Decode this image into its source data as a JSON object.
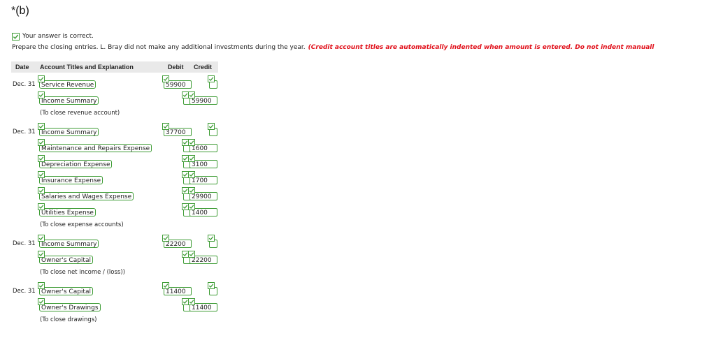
{
  "part_label": "*(b)",
  "result_text": "Your answer is correct.",
  "instruction": "Prepare the closing entries. L. Bray did not make any additional investments during the year.",
  "warning": "(Credit account titles are automatically indented when amount is entered. Do not indent manuall",
  "table": {
    "headers": {
      "date": "Date",
      "account": "Account Titles and Explanation",
      "debit": "Debit",
      "credit": "Credit"
    },
    "entries": [
      {
        "date": "Dec. 31",
        "lines": [
          {
            "account": "Service Revenue",
            "debit": "59900",
            "credit": ""
          },
          {
            "account": "Income Summary",
            "debit": "",
            "credit": "59900"
          }
        ],
        "note": "(To close revenue account)"
      },
      {
        "date": "Dec. 31",
        "lines": [
          {
            "account": "Income Summary",
            "debit": "37700",
            "credit": ""
          },
          {
            "account": "Maintenance and Repairs Expense",
            "debit": "",
            "credit": "1600"
          },
          {
            "account": "Depreciation Expense",
            "debit": "",
            "credit": "3100"
          },
          {
            "account": "Insurance Expense",
            "debit": "",
            "credit": "1700"
          },
          {
            "account": "Salaries and Wages Expense",
            "debit": "",
            "credit": "29900"
          },
          {
            "account": "Utilities Expense",
            "debit": "",
            "credit": "1400"
          }
        ],
        "note": "(To close expense accounts)"
      },
      {
        "date": "Dec. 31",
        "lines": [
          {
            "account": "Income Summary",
            "debit": "22200",
            "credit": ""
          },
          {
            "account": "Owner's Capital",
            "debit": "",
            "credit": "22200"
          }
        ],
        "note": "(To close net income / (loss))"
      },
      {
        "date": "Dec. 31",
        "lines": [
          {
            "account": "Owner's Capital",
            "debit": "11400",
            "credit": ""
          },
          {
            "account": "Owner's Drawings",
            "debit": "",
            "credit": "11400"
          }
        ],
        "note": "(To close drawings)"
      }
    ]
  },
  "colors": {
    "correct_green": "#3e9c35",
    "warning_red": "#e1121c",
    "header_bg": "#e9e9e9"
  }
}
